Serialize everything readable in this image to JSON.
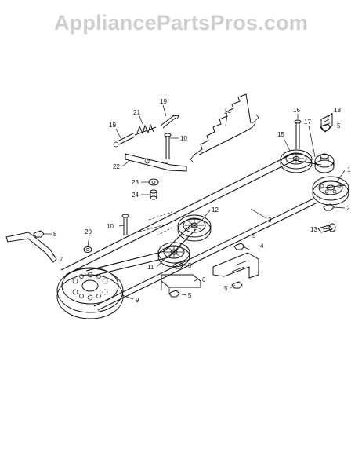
{
  "watermark": "AppliancePartsPros.com",
  "callouts": {
    "c1": "1",
    "c2": "2",
    "c3": "3",
    "c4": "4",
    "c5a": "5",
    "c5b": "5",
    "c5c": "5",
    "c5d": "5",
    "c5e": "5",
    "c6": "6",
    "c7": "7",
    "c8": "8",
    "c9": "9",
    "c10a": "10",
    "c10b": "10",
    "c11": "11",
    "c12": "12",
    "c13": "13",
    "c14": "14",
    "c15": "15",
    "c16": "16",
    "c17": "17",
    "c18": "18",
    "c19a": "19",
    "c19b": "19",
    "c20": "20",
    "c21": "21",
    "c22": "22",
    "c23": "23",
    "c24": "24"
  }
}
